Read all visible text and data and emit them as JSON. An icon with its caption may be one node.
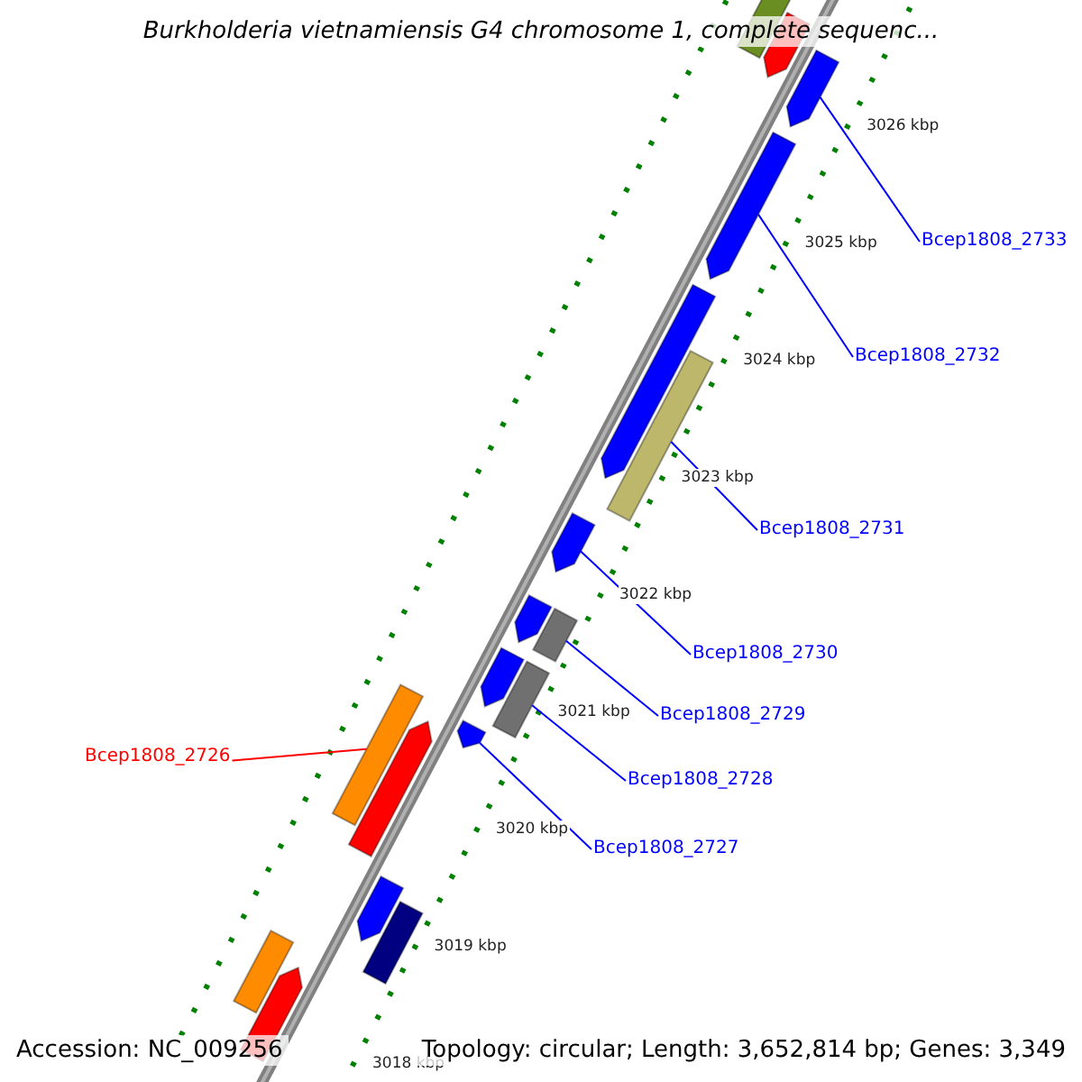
{
  "diagram": {
    "title": "Burkholderia vietnamiensis G4 chromosome 1, complete sequenc...",
    "nodes": [
      {
        "text": [
          "Bcep1808_2733"
        ]
      },
      {
        "text": [
          "Bcep1808_2732"
        ]
      },
      {
        "text": [
          "Bcep1808_2731"
        ]
      },
      {
        "text": [
          "Bcep1808_2730"
        ]
      },
      {
        "text": [
          "Bcep1808_2729"
        ]
      },
      {
        "text": [
          "Bcep1808_2728"
        ]
      },
      {
        "text": [
          "Bcep1808_2727"
        ]
      },
      {
        "text": [
          "Bcep1808_2726"
        ]
      },
      {
        "text": [],
        "shape": "bar"
      },
      {
        "text": [],
        "shape": "bar"
      },
      {
        "text": [],
        "shape": "bar"
      },
      {
        "text": [],
        "shape": "bar"
      },
      {
        "text": [],
        "shape": "bar"
      },
      {
        "text": [],
        "shape": "bar"
      },
      {
        "text": [],
        "shape": "bar"
      },
      {
        "text": [],
        "shape": "bar"
      },
      {
        "text": [],
        "shape": "bar"
      },
      {
        "text": [],
        "shape": "bar"
      },
      {
        "text": [],
        "shape": "bar"
      },
      {
        "text": [],
        "shape": "bar"
      },
      {
        "text": [],
        "shape": "bar"
      },
      {
        "text": [],
        "shape": "bar"
      },
      {
        "text": [],
        "shape": "bar"
      },
      {
        "text": [],
        "shape": "bar"
      },
      {
        "text": [],
        "shape": "bar"
      },
      {
        "text": [],
        "shape": "bar"
      }
    ],
    "edges": [
      {
        "from": 0,
        "to": 10,
        "arrow": "none"
      },
      {
        "from": 1,
        "to": 11,
        "arrow": "none"
      },
      {
        "from": 2,
        "to": 13,
        "arrow": "none"
      },
      {
        "from": 3,
        "to": 14,
        "arrow": "none"
      },
      {
        "from": 4,
        "to": 16,
        "arrow": "none"
      },
      {
        "from": 5,
        "to": 18,
        "arrow": "none"
      },
      {
        "from": 6,
        "to": 19,
        "arrow": "none"
      },
      {
        "from": 7,
        "to": 20,
        "arrow": "none",
        "color": "#ff0000"
      }
    ],
    "labels": [
      "3026 kbp",
      "3025 kbp",
      "3024 kbp",
      "3023 kbp",
      "3022 kbp",
      "3021 kbp",
      "3020 kbp",
      "3019 kbp",
      "3018 kbp",
      "Accession: NC_009256",
      "Topology: circular; Length: 3,652,814 bp; Genes: 3,349"
    ]
  }
}
